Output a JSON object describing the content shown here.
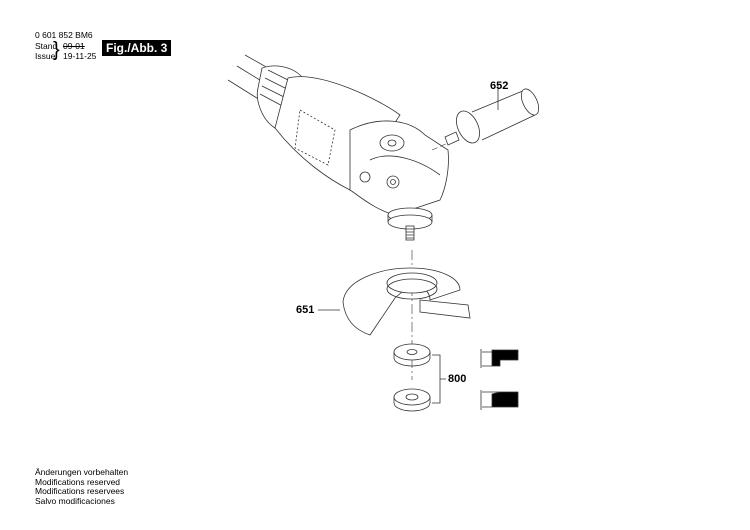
{
  "header": {
    "part_number": "0 601 852 BM6",
    "stand_label": "Stand",
    "issue_label": "Issue",
    "old_date": "09-01",
    "new_date": "19-11-25",
    "figure_label": "Fig./Abb. 3"
  },
  "parts": [
    {
      "id": "652",
      "name": "auxiliary-handle"
    },
    {
      "id": "651",
      "name": "protective-guard"
    },
    {
      "id": "800",
      "name": "flange-set"
    }
  ],
  "footer": {
    "lines": [
      "Änderungen vorbehalten",
      "Modifications reserved",
      "Modifications reservees",
      "Salvo modificaciones"
    ]
  }
}
